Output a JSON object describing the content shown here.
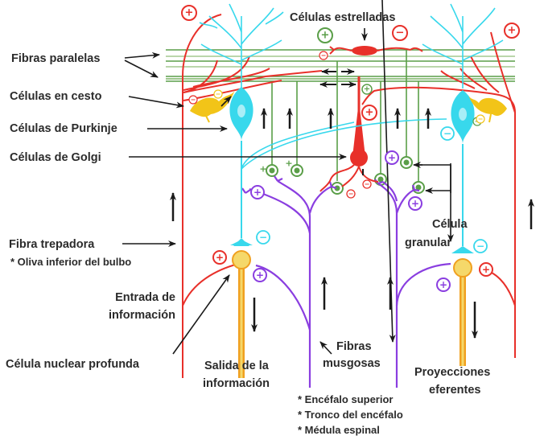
{
  "diagram": {
    "subject": "Circuito neuronal del cerebelo",
    "labels": {
      "fibras_paralelas": "Fibras paralelas",
      "celulas_en_cesto": "Células en cesto",
      "celulas_purkinje": "Células de Purkinje",
      "celulas_golgi": "Células de Golgi",
      "celulas_estrelladas": "Células estrelladas",
      "fibra_trepadora": "Fibra trepadora",
      "oliva": "* Oliva inferior del bulbo",
      "entrada_1": "Entrada de",
      "entrada_2": "información",
      "nuclear": "Célula nuclear profunda",
      "salida_1": "Salida de la",
      "salida_2": "información",
      "musgosas_1": "Fibras",
      "musgosas_2": "musgosas",
      "granular_1": "Célula",
      "granular_2": "granular",
      "proyecciones_1": "Proyecciones",
      "proyecciones_2": "eferentes",
      "origen_1": "* Encéfalo superior",
      "origen_2": "* Tronco del encéfalo",
      "origen_3": "* Médula espinal"
    },
    "signs": {
      "plus": "+",
      "minus": "−"
    },
    "colors": {
      "climbing_fiber": "#e8302a",
      "purkinje": "#38d8ec",
      "parallel_fiber": "#5a9e48",
      "mossy_fiber": "#8a3ee0",
      "basket_cell": "#f2c418",
      "nuclear_cell": "#f5d86a",
      "nuclear_axon": "#f0a020",
      "golgi_cell": "#e8302a",
      "text": "#2b2b2b"
    }
  }
}
